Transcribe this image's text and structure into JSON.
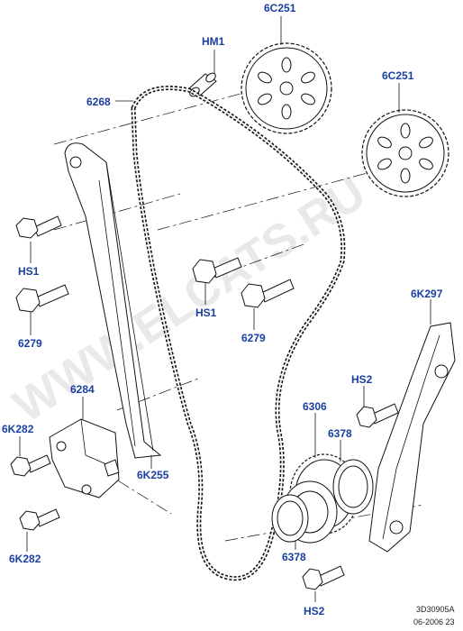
{
  "labels": {
    "hm1": "HM1",
    "sprocket_upper": "6C251",
    "sprocket_right": "6C251",
    "chain": "6268",
    "hs1_left": "HS1",
    "bolt_6279_left": "6279",
    "hs1_center": "HS1",
    "bolt_6279_center": "6279",
    "tensioner_6284": "6284",
    "bolt_6k282_upper": "6K282",
    "bolt_6k282_lower": "6K282",
    "guide_6k255": "6K255",
    "guide_6k297": "6K297",
    "hs2_upper": "HS2",
    "crank_sprocket_6306": "6306",
    "washer_6378_upper": "6378",
    "washer_6378_lower": "6378",
    "hs2_lower": "HS2"
  },
  "footer": {
    "drawing_id": "3D30905A",
    "date_code": "06-2006 23"
  },
  "watermark": "WWW.ELCATS.RU",
  "colors": {
    "label": "#1b3fa0",
    "line": "#111111",
    "background": "#ffffff"
  }
}
